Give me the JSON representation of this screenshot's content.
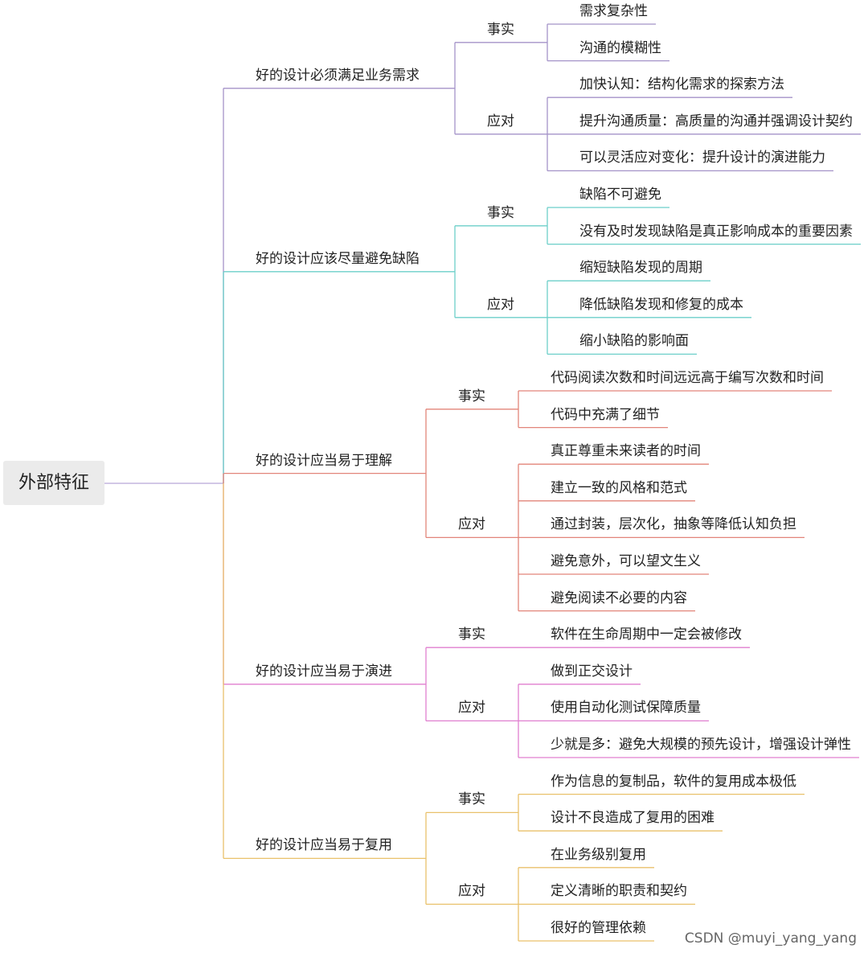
{
  "colors": {
    "root_line": "#b6a6d6",
    "branches": [
      "#a493c8",
      "#6ccfc9",
      "#e2857a",
      "#e07fcf",
      "#e9c16b"
    ]
  },
  "root": {
    "label": "外部特征"
  },
  "branches": [
    {
      "label": "好的设计必须满足业务需求",
      "groups": [
        {
          "label": "事实",
          "items": [
            "需求复杂性",
            "沟通的模糊性"
          ]
        },
        {
          "label": "应对",
          "items": [
            "加快认知：结构化需求的探索方法",
            "提升沟通质量：高质量的沟通并强调设计契约",
            "可以灵活应对变化：提升设计的演进能力"
          ]
        }
      ]
    },
    {
      "label": "好的设计应该尽量避免缺陷",
      "groups": [
        {
          "label": "事实",
          "items": [
            "缺陷不可避免",
            "没有及时发现缺陷是真正影响成本的重要因素"
          ]
        },
        {
          "label": "应对",
          "items": [
            "缩短缺陷发现的周期",
            "降低缺陷发现和修复的成本",
            "缩小缺陷的影响面"
          ]
        }
      ]
    },
    {
      "label": "好的设计应当易于理解",
      "groups": [
        {
          "label": "事实",
          "items": [
            "代码阅读次数和时间远远高于编写次数和时间",
            "代码中充满了细节"
          ]
        },
        {
          "label": "应对",
          "items": [
            "真正尊重未来读者的时间",
            "建立一致的风格和范式",
            "通过封装，层次化，抽象等降低认知负担",
            "避免意外，可以望文生义",
            "避免阅读不必要的内容"
          ]
        }
      ]
    },
    {
      "label": "好的设计应当易于演进",
      "groups": [
        {
          "label": "事实",
          "items": [
            "软件在生命周期中一定会被修改"
          ]
        },
        {
          "label": "应对",
          "items": [
            "做到正交设计",
            "使用自动化测试保障质量",
            "少就是多：避免大规模的预先设计，增强设计弹性"
          ]
        }
      ]
    },
    {
      "label": "好的设计应当易于复用",
      "groups": [
        {
          "label": "事实",
          "items": [
            "作为信息的复制品，软件的复用成本极低",
            "设计不良造成了复用的困难"
          ]
        },
        {
          "label": "应对",
          "items": [
            "在业务级别复用",
            "定义清晰的职责和契约",
            "很好的管理依赖"
          ]
        }
      ]
    }
  ],
  "watermark": "CSDN @muyi_yang_yang"
}
